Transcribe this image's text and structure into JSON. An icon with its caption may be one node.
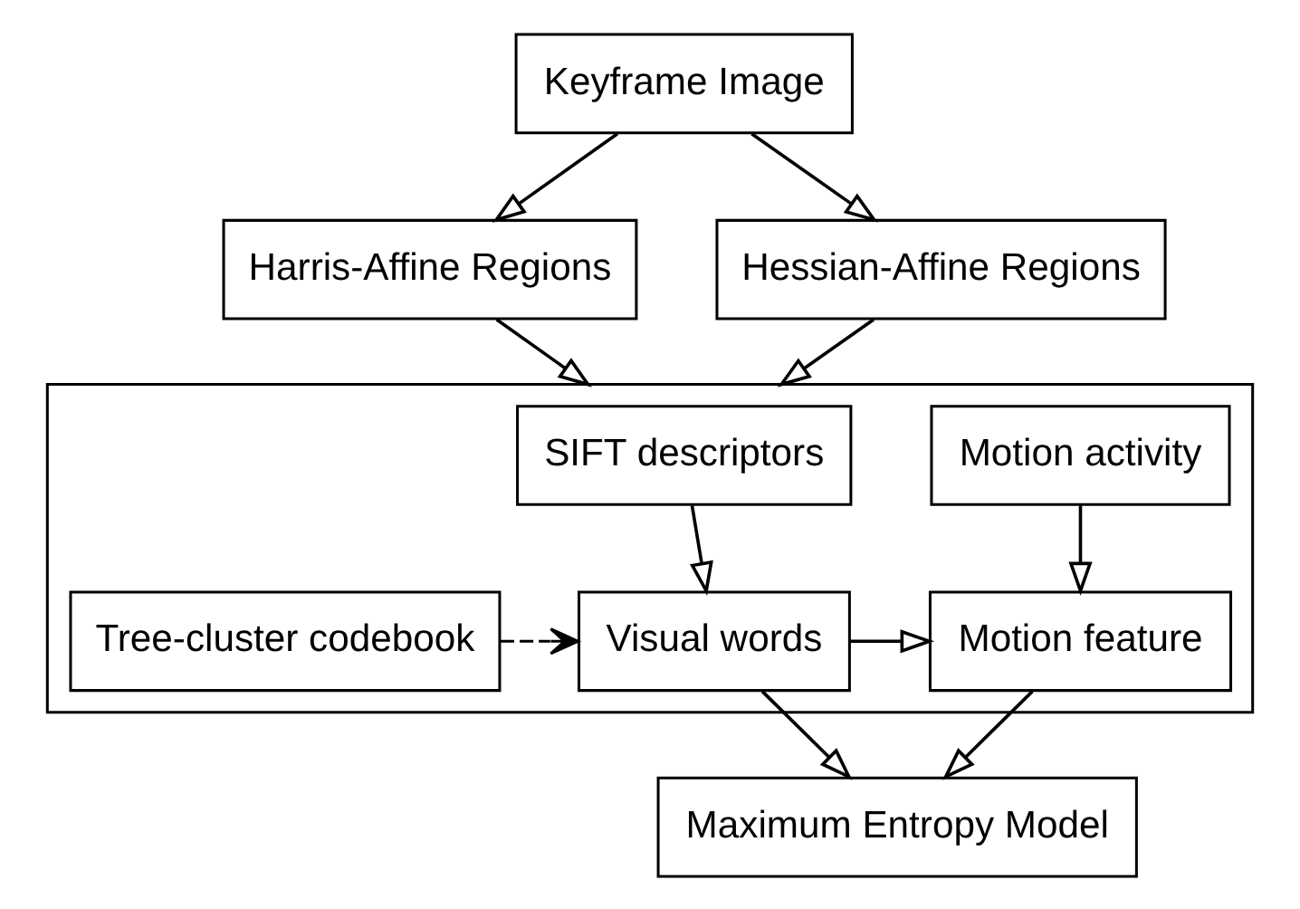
{
  "diagram": {
    "nodes": [
      {
        "text": [
          "Keyframe Image"
        ]
      },
      {
        "text": [
          "Harris-Affine Regions"
        ]
      },
      {
        "text": [
          "Hessian-Affine Regions"
        ]
      },
      {
        "text": [],
        "shape": "box"
      },
      {
        "text": [
          "SIFT descriptors"
        ],
        "in": 3
      },
      {
        "text": [
          "Motion activity"
        ],
        "in": 3
      },
      {
        "text": [
          "Tree-cluster codebook"
        ],
        "in": 3
      },
      {
        "text": [
          "Visual words"
        ],
        "in": 3
      },
      {
        "text": [
          "Motion feature"
        ],
        "in": 3
      },
      {
        "text": [
          "Maximum Entropy Model"
        ]
      }
    ],
    "edges": [
      {
        "from": 0,
        "to": 1,
        "arrow": "to"
      },
      {
        "from": 0,
        "to": 2,
        "arrow": "to"
      },
      {
        "from": 1,
        "to": 3,
        "arrow": "to"
      },
      {
        "from": 2,
        "to": 3,
        "arrow": "to"
      },
      {
        "from": 4,
        "to": 7,
        "arrow": "to"
      },
      {
        "from": 6,
        "to": 7,
        "arrow": "to",
        "style": "dashed"
      },
      {
        "from": 5,
        "to": 8,
        "arrow": "to"
      },
      {
        "from": 7,
        "to": 8,
        "arrow": "to"
      },
      {
        "from": 7,
        "to": 9,
        "arrow": "to"
      },
      {
        "from": 8,
        "to": 9,
        "arrow": "to"
      }
    ]
  }
}
